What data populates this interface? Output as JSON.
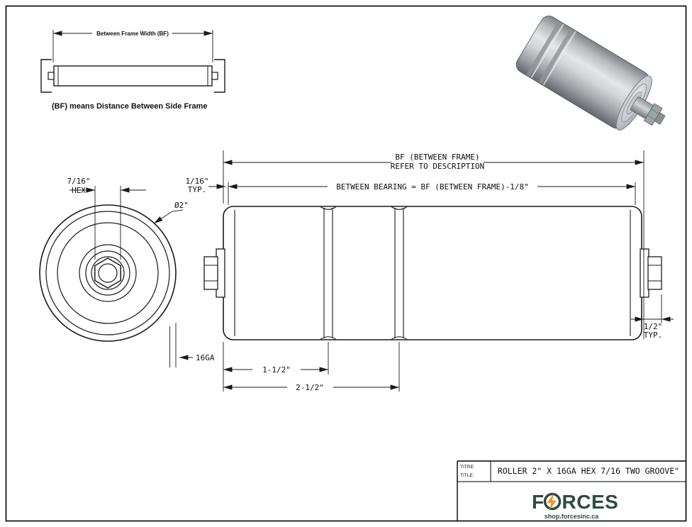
{
  "colors": {
    "line": "#1a1a1a",
    "brand": "#2e4a41",
    "bolt": "#f6921e"
  },
  "inset": {
    "dim_label": "Between Frame Width (BF)",
    "caption": "(BF) means Distance Between Side Frame"
  },
  "end_view": {
    "hex_size": "7/16\"",
    "hex_label": "HEX",
    "diameter": "Ø2\"",
    "gauge": "16GA"
  },
  "side_view": {
    "bf_line1": "BF (BETWEEN FRAME)",
    "bf_line2": "REFER TO DESCRIPTION",
    "between_bearing": "BETWEEN BEARING = BF (BETWEEN FRAME)-1/8\"",
    "left_typ_value": "1/16\"",
    "left_typ_label": "TYP.",
    "right_typ_value": "1/2\"",
    "right_typ_label": "TYP.",
    "groove1_dim": "1-1/2\"",
    "groove2_dim": "2-1/2\""
  },
  "title_block": {
    "label_titre": "TITRE:",
    "label_title": "TITLE:",
    "title": "ROLLER 2\" X 16GA HEX 7/16 TWO GROOVE\"",
    "brand_f": "F",
    "brand_rest": "RCES",
    "website": "shop.forcesinc.ca"
  }
}
